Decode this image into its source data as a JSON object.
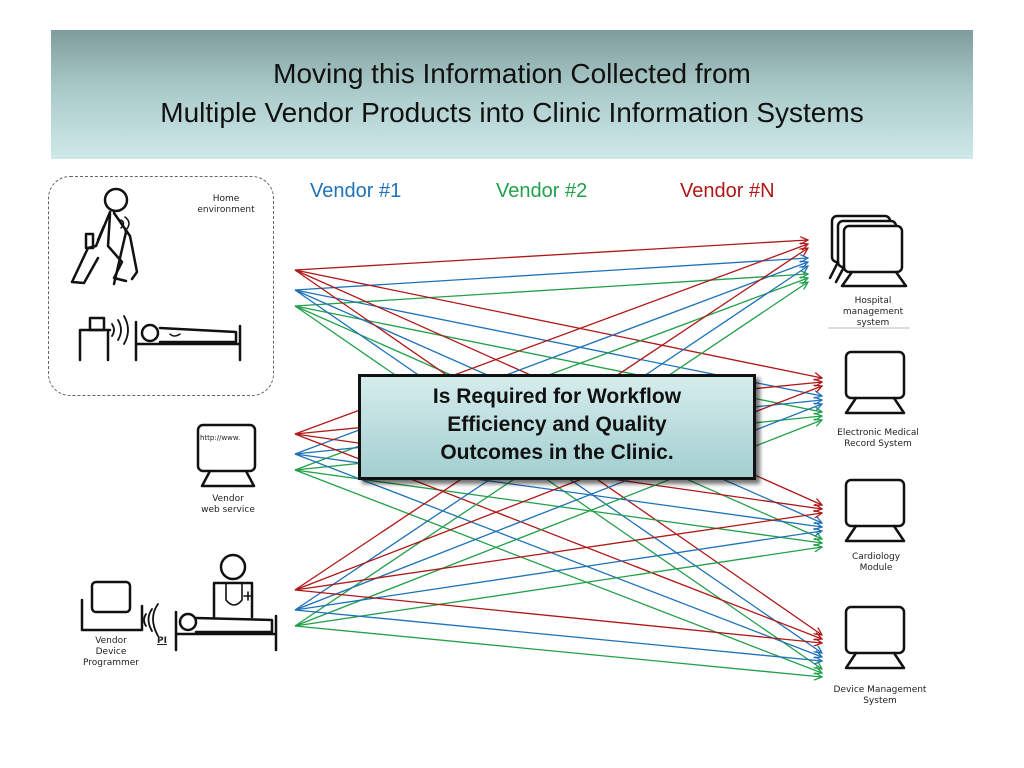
{
  "title": {
    "line1": "Moving this Information Collected from",
    "line2": "Multiple Vendor Products into Clinic Information Systems"
  },
  "vendors": [
    {
      "label": "Vendor #1",
      "color": "#1f72b8"
    },
    {
      "label": "Vendor #2",
      "color": "#22a04a"
    },
    {
      "label": "Vendor #N",
      "color": "#b01717"
    }
  ],
  "callout": {
    "line1": "Is Required for Workflow",
    "line2": "Efficiency and Quality",
    "line3": "Outcomes in the Clinic."
  },
  "sources": {
    "home": {
      "line1": "Home",
      "line2": "environment"
    },
    "web": {
      "url": "http://www.",
      "line1": "Vendor",
      "line2": "web service"
    },
    "device": {
      "line1": "Vendor",
      "line2": "Device",
      "line3": "Programmer",
      "tag": "PI"
    }
  },
  "destinations": [
    {
      "line1": "Hospital",
      "line2": "management",
      "line3": "system"
    },
    {
      "line1": "Electronic Medical",
      "line2": "Record System"
    },
    {
      "line1": "Cardiology",
      "line2": "Module"
    },
    {
      "line1": "Device Management",
      "line2": "System"
    }
  ]
}
